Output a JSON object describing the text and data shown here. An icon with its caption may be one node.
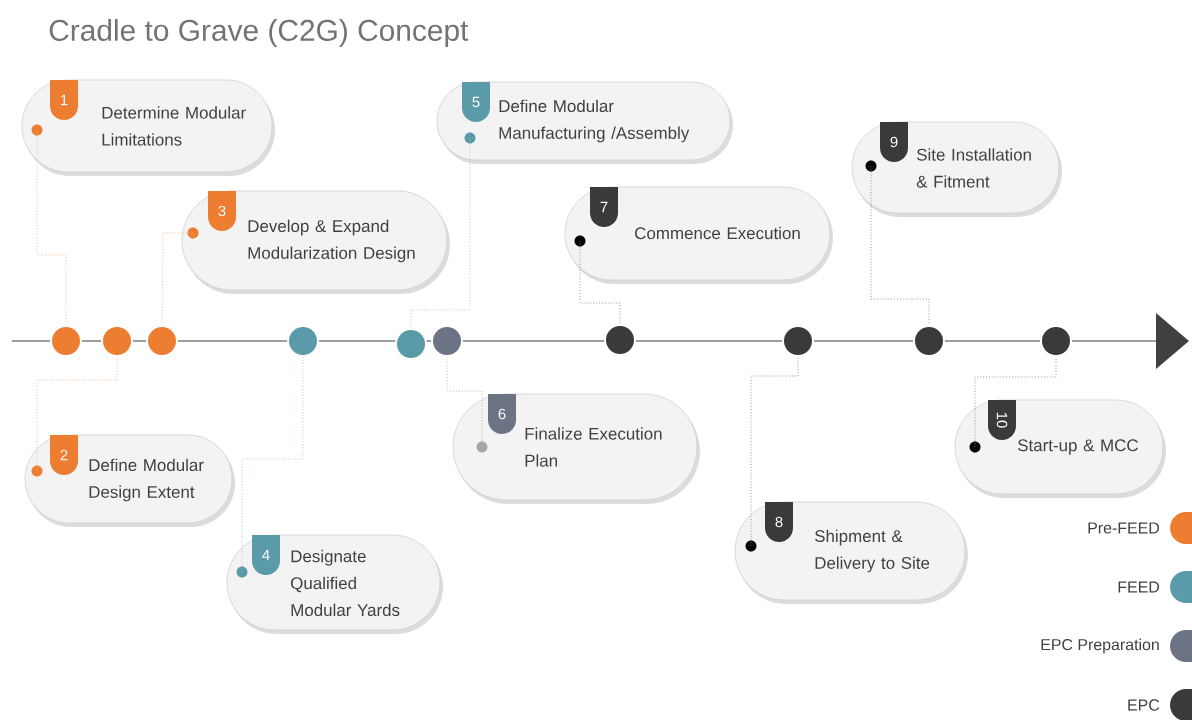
{
  "diagram": {
    "title": "Cradle to Grave (C2G) Concept",
    "nodes": [
      {
        "text": [
          "1",
          "Determine Modular Limitations"
        ]
      },
      {
        "text": [
          "2",
          "Define Modular Design Extent"
        ]
      },
      {
        "text": [
          "3",
          "Develop & Expand Modularization Design"
        ]
      },
      {
        "text": [
          "4",
          "Designate Qualified Modular Yards"
        ]
      },
      {
        "text": [
          "5",
          "Define Modular Manufacturing /Assembly"
        ]
      },
      {
        "text": [
          "6",
          "Finalize Execution Plan"
        ]
      },
      {
        "text": [
          "7",
          "Commence Execution"
        ]
      },
      {
        "text": [
          "8",
          "Shipment & Delivery to Site"
        ]
      },
      {
        "text": [
          "9",
          "Site Installation & Fitment"
        ]
      },
      {
        "text": [
          "10",
          "Start-up & MCC"
        ]
      },
      {
        "text": [],
        "shape": "circle"
      },
      {
        "text": [],
        "shape": "circle"
      },
      {
        "text": [],
        "shape": "circle"
      },
      {
        "text": [],
        "shape": "circle"
      },
      {
        "text": [],
        "shape": "circle"
      },
      {
        "text": [],
        "shape": "circle"
      },
      {
        "text": [],
        "shape": "circle"
      },
      {
        "text": [],
        "shape": "circle"
      },
      {
        "text": [],
        "shape": "circle"
      },
      {
        "text": [],
        "shape": "circle"
      }
    ],
    "edges": [
      {
        "from": 0,
        "to": 10,
        "arrow": "none",
        "color": "#f4b183"
      },
      {
        "from": 1,
        "to": 11,
        "arrow": "none",
        "color": "#f4b183"
      },
      {
        "from": 2,
        "to": 12,
        "arrow": "none",
        "color": "#f4b183"
      },
      {
        "from": 3,
        "to": 13,
        "arrow": "none",
        "color": "#9dc3cd"
      },
      {
        "from": 4,
        "to": 14,
        "arrow": "none",
        "color": "#9dc3cd"
      },
      {
        "from": 5,
        "to": 15,
        "arrow": "none",
        "color": "#a6a6a6"
      },
      {
        "from": 6,
        "to": 16,
        "arrow": "none"
      },
      {
        "from": 7,
        "to": 17,
        "arrow": "none"
      },
      {
        "from": 8,
        "to": 18,
        "arrow": "none"
      },
      {
        "from": 9,
        "to": 19,
        "arrow": "none"
      }
    ],
    "legend": [
      {
        "text": "Pre-FEED",
        "color": "#ed7d31"
      },
      {
        "text": "FEED",
        "color": "#5b9aa9"
      },
      {
        "text": "EPC Preparation",
        "color": "#6b7385"
      },
      {
        "text": "EPC",
        "color": "#3a3a3a"
      }
    ]
  }
}
